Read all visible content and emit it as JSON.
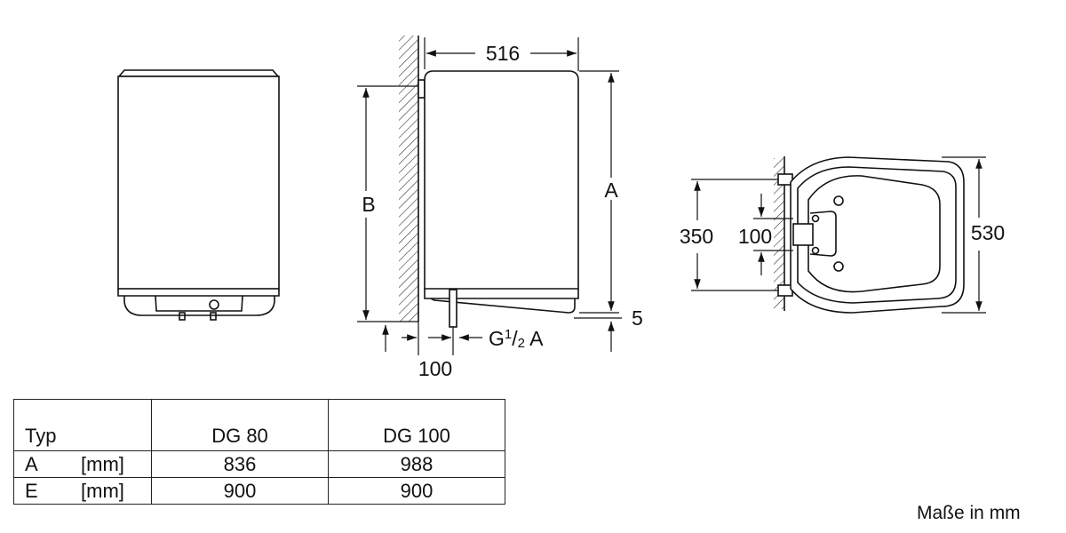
{
  "dimensions": {
    "depth": "516",
    "height_a": "A",
    "height_b": "B",
    "offset": "5",
    "wall_gap": "100",
    "connection": "G",
    "connection_sup": "1",
    "connection_sub": "2",
    "connection_suffix": " A",
    "bracket_spacing": "350",
    "bracket_gap": "100",
    "width": "530"
  },
  "table": {
    "header": {
      "typ": "Typ",
      "col1": "DG 80",
      "col2": "DG 100"
    },
    "rows": [
      {
        "label": "A",
        "unit": "[mm]",
        "col1": "836",
        "col2": "988"
      },
      {
        "label": "E",
        "unit": "[mm]",
        "col1": "900",
        "col2": "900"
      }
    ]
  },
  "units_note": "Maße in mm",
  "colors": {
    "line": "#111111",
    "fill": "#ffffff"
  }
}
